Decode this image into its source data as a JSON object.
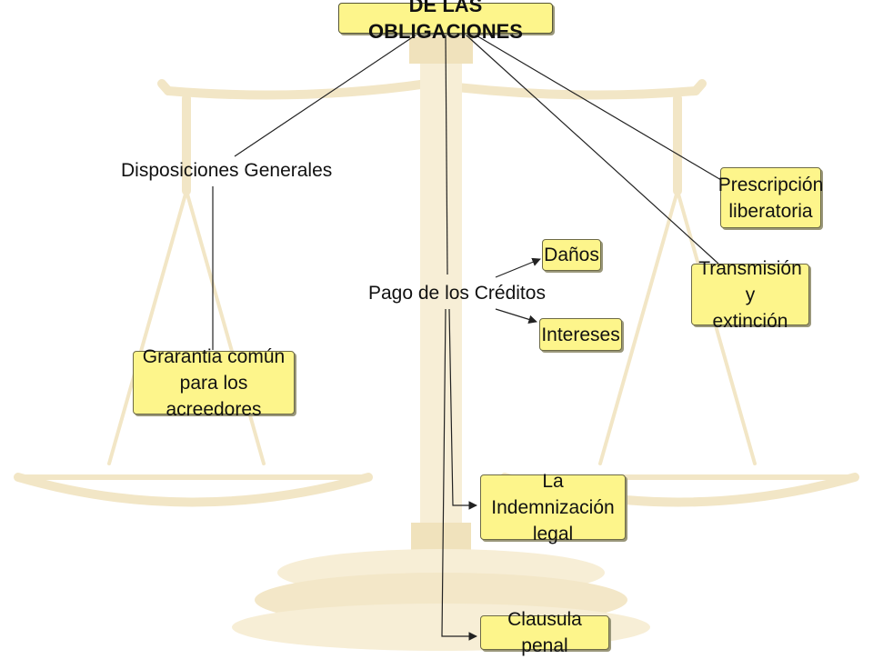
{
  "diagram": {
    "title": "DE LAS OBLIGACIONES",
    "nodes": {
      "disposiciones": "Disposiciones Generales",
      "garantia_line1": "Grarantia común",
      "garantia_line2": "para los acreedores",
      "pago": "Pago de los Créditos",
      "danos": "Daños",
      "intereses": "Intereses",
      "indemnizacion_line1": "La Indemnización",
      "indemnizacion_line2": "legal",
      "clausula": "Clausula penal",
      "prescripcion_line1": "Prescripción",
      "prescripcion_line2": "liberatoria",
      "transmision_line1": "Transmisión y",
      "transmision_line2": "extinción"
    }
  },
  "colors": {
    "box_fill": "#fdf58b",
    "connector": "#222222",
    "watermark": "#f2e6c6"
  }
}
